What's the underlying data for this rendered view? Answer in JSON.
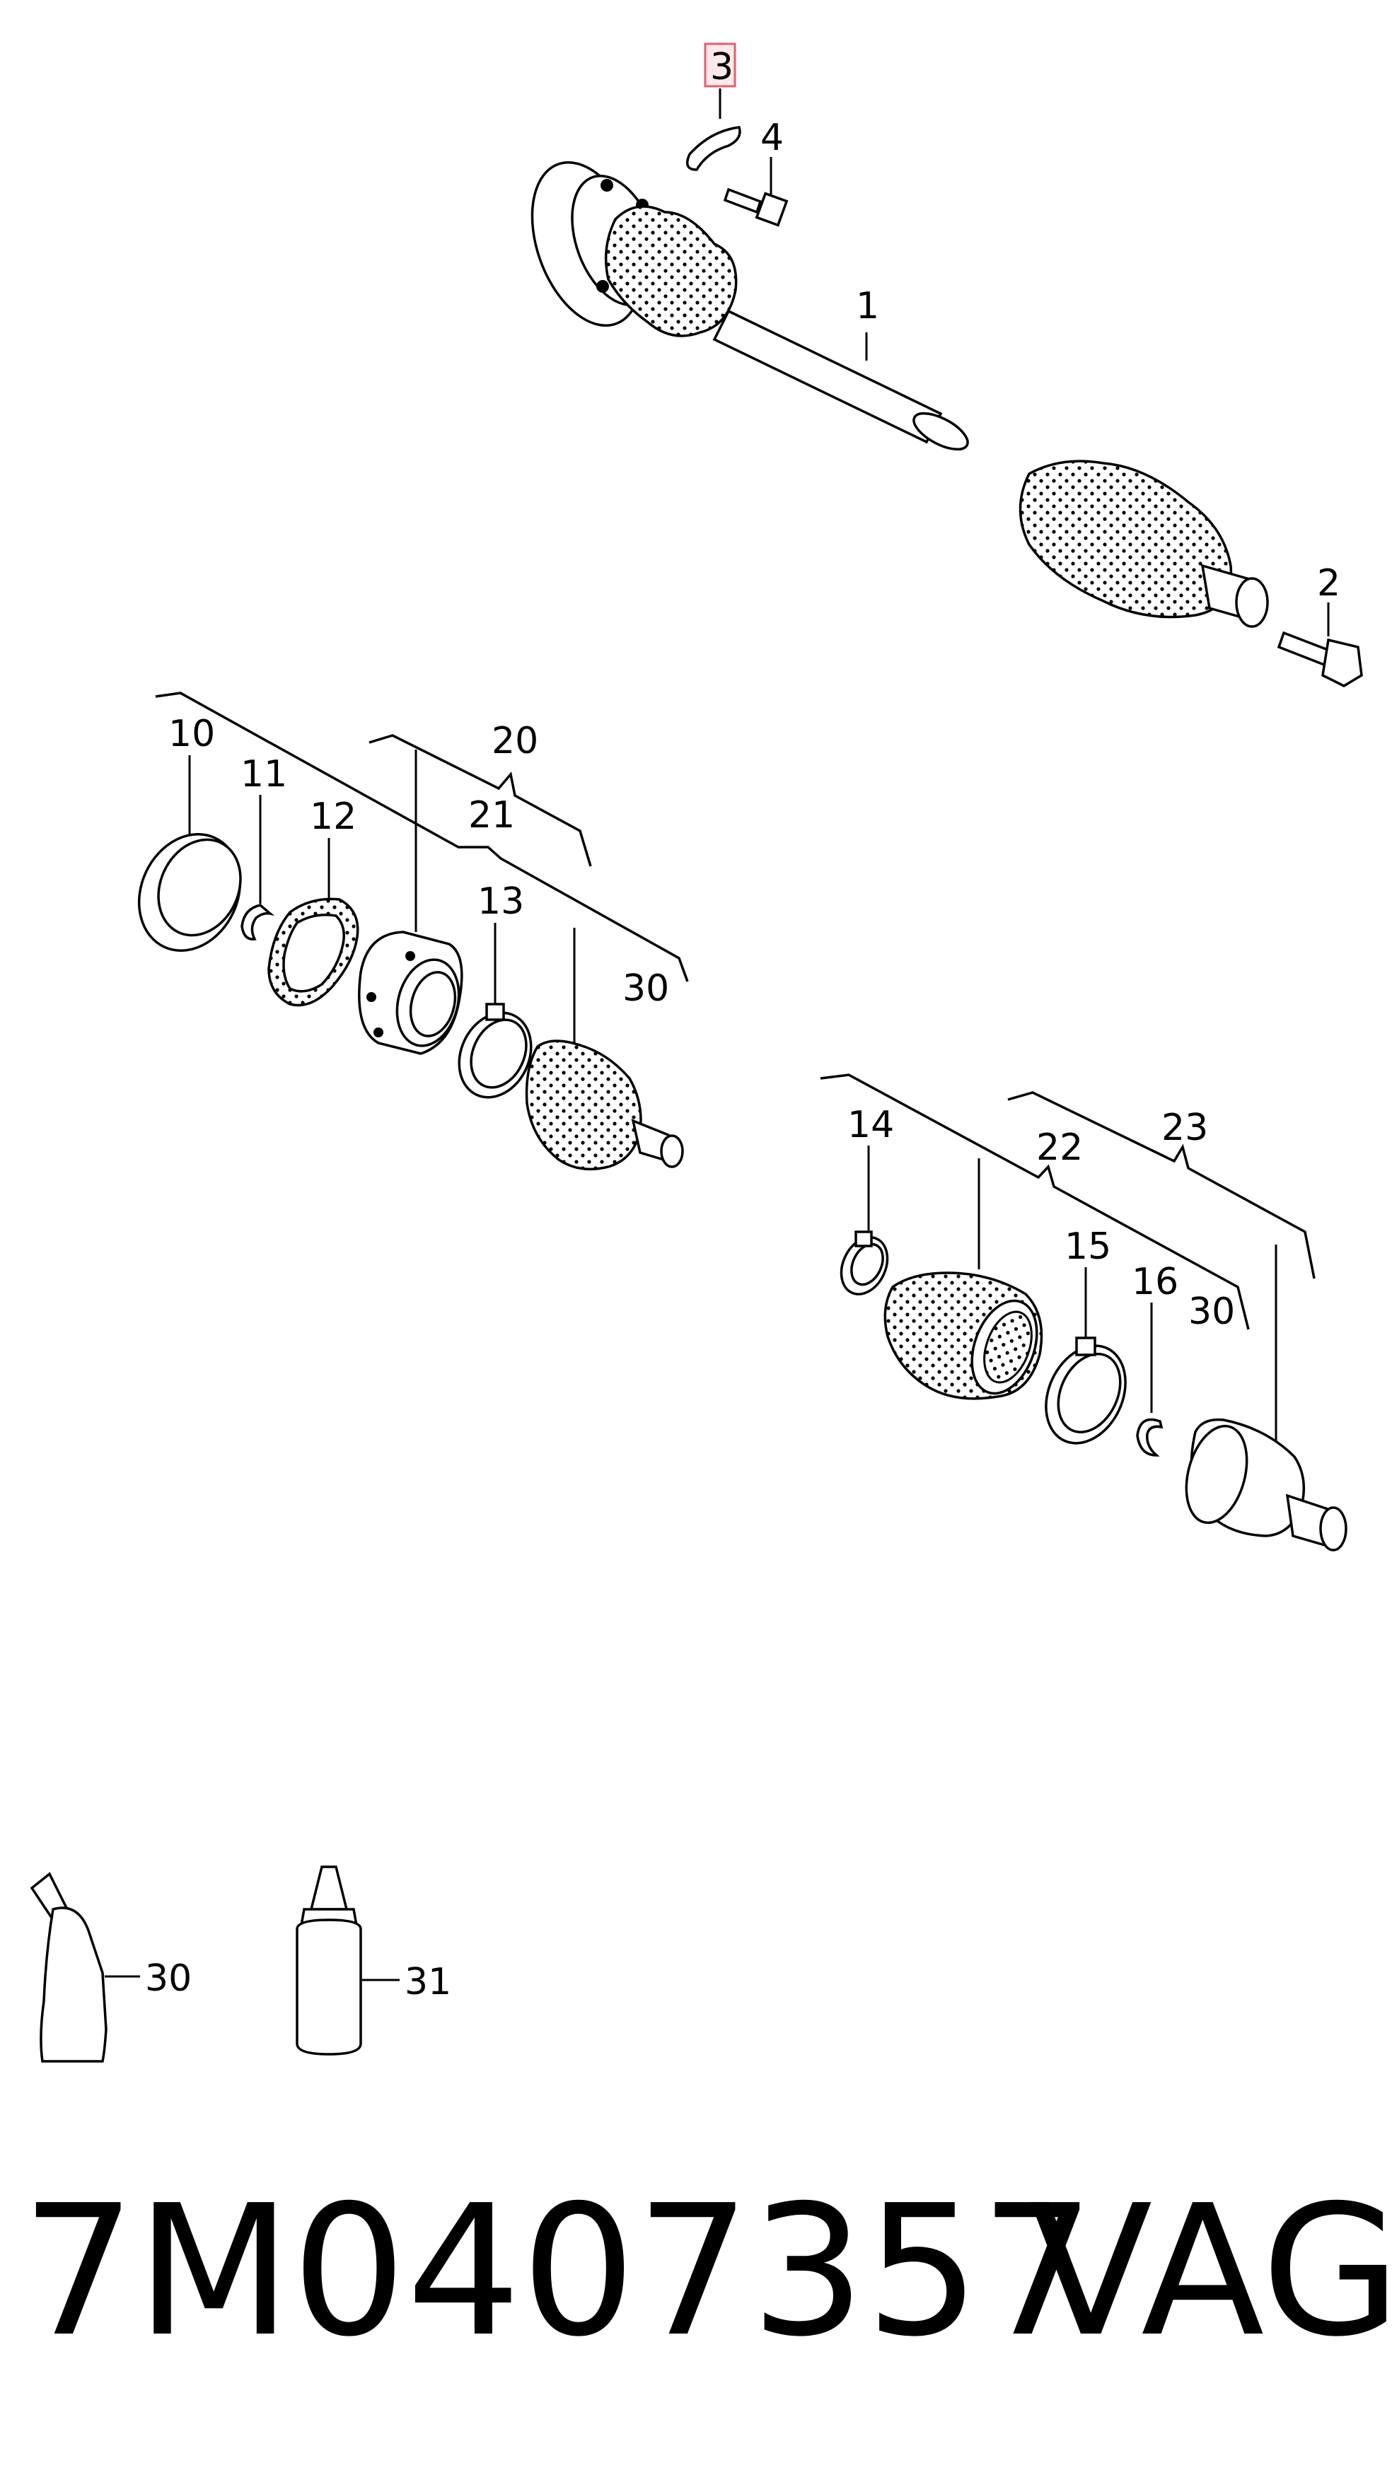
{
  "callouts": {
    "c1": "1",
    "c2": "2",
    "c3": "3",
    "c4": "4",
    "c10": "10",
    "c11": "11",
    "c12": "12",
    "c13": "13",
    "c14": "14",
    "c15": "15",
    "c16": "16",
    "c20": "20",
    "c21": "21",
    "c22": "22",
    "c23": "23",
    "c30a": "30",
    "c30b": "30",
    "c30c": "30",
    "c31": "31"
  },
  "highlight": {
    "callout": "3",
    "color": "#e06070"
  },
  "footer": {
    "part_number": "7M0407357",
    "brand": "VAG"
  }
}
